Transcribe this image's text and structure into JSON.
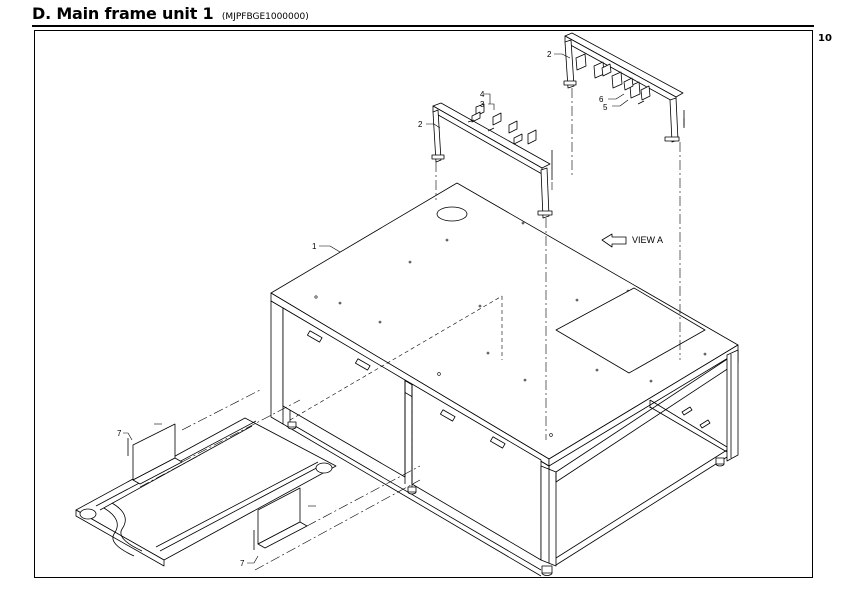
{
  "header": {
    "title": "D. Main frame unit 1",
    "code": "(MJPFBGE1000000)",
    "page_number": "10"
  },
  "callouts": {
    "c1": "1",
    "c2_left": "2",
    "c2_right": "2",
    "c3": "3",
    "c4": "4",
    "c5": "5",
    "c6": "6",
    "c7_upper": "7",
    "c7_lower": "7"
  },
  "view_label": "VIEW A"
}
